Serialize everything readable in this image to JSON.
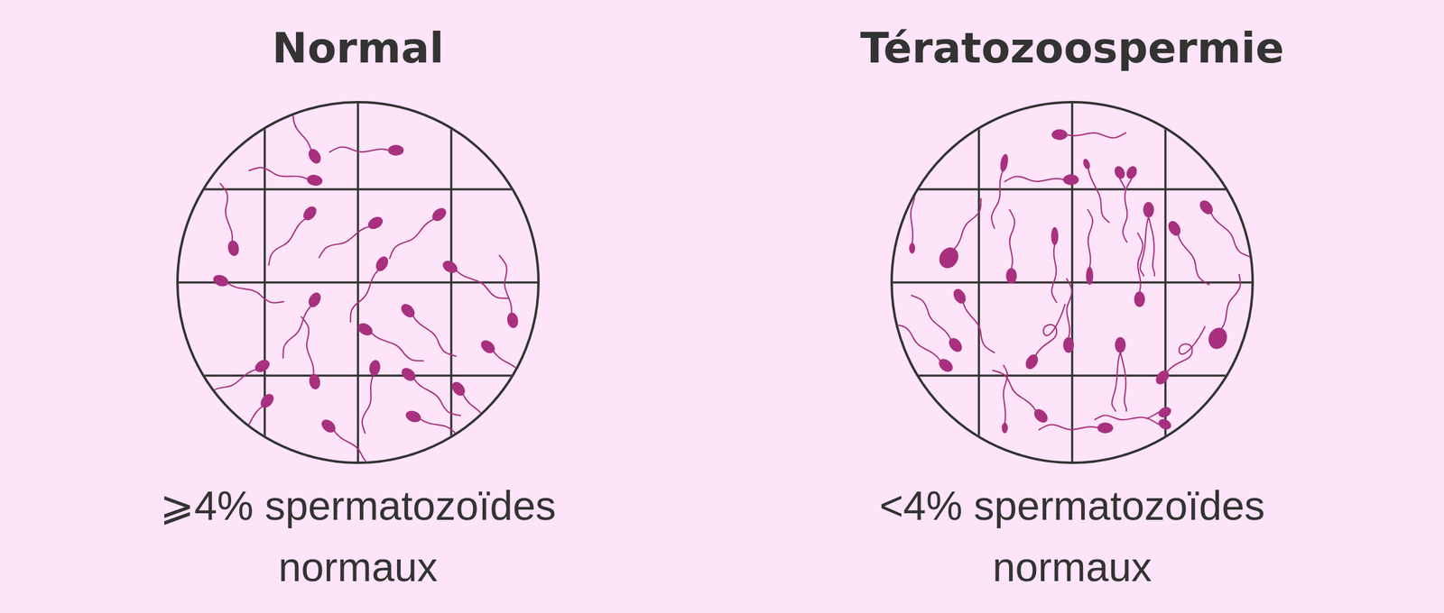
{
  "diagram": {
    "nodes": [
      {
        "text": [
          "Normal",
          "⩾4% spermatozoïdes normaux"
        ]
      },
      {
        "text": [
          "Tératozoospermie",
          "<4% spermatozoïdes normaux"
        ]
      }
    ]
  }
}
